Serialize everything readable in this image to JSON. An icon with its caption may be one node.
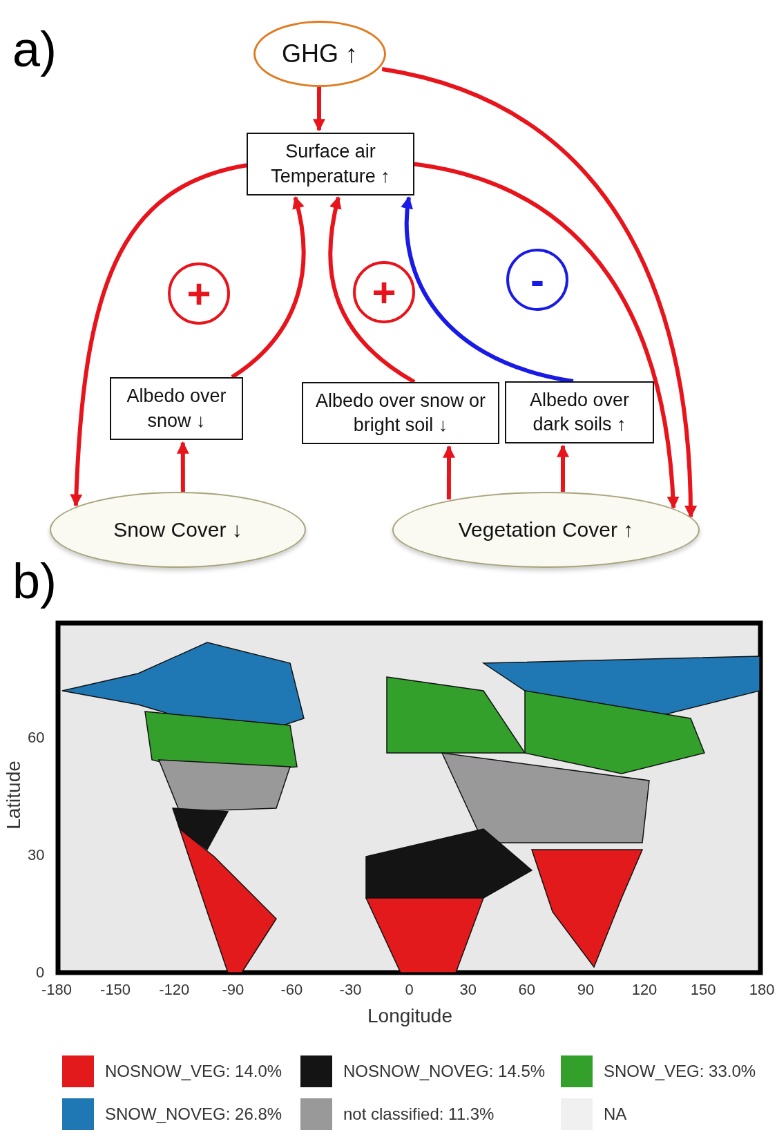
{
  "diagram": {
    "nodes": [
      {
        "text": [
          "GHG ↑"
        ]
      },
      {
        "text": [
          "Surface air Temperature ↑"
        ]
      },
      {
        "text": [
          "+"
        ]
      },
      {
        "text": [
          "+"
        ]
      },
      {
        "text": [
          "-"
        ]
      },
      {
        "text": [
          "Albedo over snow ↓"
        ]
      },
      {
        "text": [
          "Albedo over snow or bright soil ↓"
        ]
      },
      {
        "text": [
          "Albedo over dark soils ↑"
        ]
      },
      {
        "text": [
          "Snow Cover ↓"
        ]
      },
      {
        "text": [
          "Vegetation Cover ↑"
        ]
      }
    ],
    "edges": [
      {
        "from": 0,
        "to": 1,
        "arrow": "to"
      },
      {
        "from": 1,
        "to": 8,
        "arrow": "to"
      },
      {
        "from": 0,
        "to": 9,
        "arrow": "to"
      },
      {
        "from": 1,
        "to": 9,
        "arrow": "to"
      },
      {
        "from": 5,
        "to": 1,
        "arrow": "to"
      },
      {
        "from": 6,
        "to": 1,
        "arrow": "to"
      },
      {
        "from": 7,
        "to": 1,
        "arrow": "to",
        "color": "#1a1ae6"
      },
      {
        "from": 8,
        "to": 5,
        "arrow": "to"
      },
      {
        "from": 9,
        "to": 6,
        "arrow": "to"
      },
      {
        "from": 9,
        "to": 7,
        "arrow": "to"
      }
    ],
    "labels": [
      "a)",
      "b)",
      "60",
      "30",
      "0",
      "Latitude",
      "-180",
      "-150",
      "-120",
      "-90",
      "-60",
      "-30",
      "0",
      "30",
      "60",
      "90",
      "120",
      "150",
      "180",
      "Longitude"
    ],
    "legend": [
      {
        "text": "NOSNOW_VEG: 14.0%",
        "color": "#e31a1c"
      },
      {
        "text": "NOSNOW_NOVEG: 14.5%",
        "color": "#141414"
      },
      {
        "text": "SNOW_VEG: 33.0%",
        "color": "#33a02c"
      },
      {
        "text": "SNOW_NOVEG: 26.8%",
        "color": "#1f78b4"
      },
      {
        "text": "not classified: 11.3%",
        "color": "#999999"
      },
      {
        "text": "NA",
        "color": "#f0f0f0"
      }
    ]
  }
}
